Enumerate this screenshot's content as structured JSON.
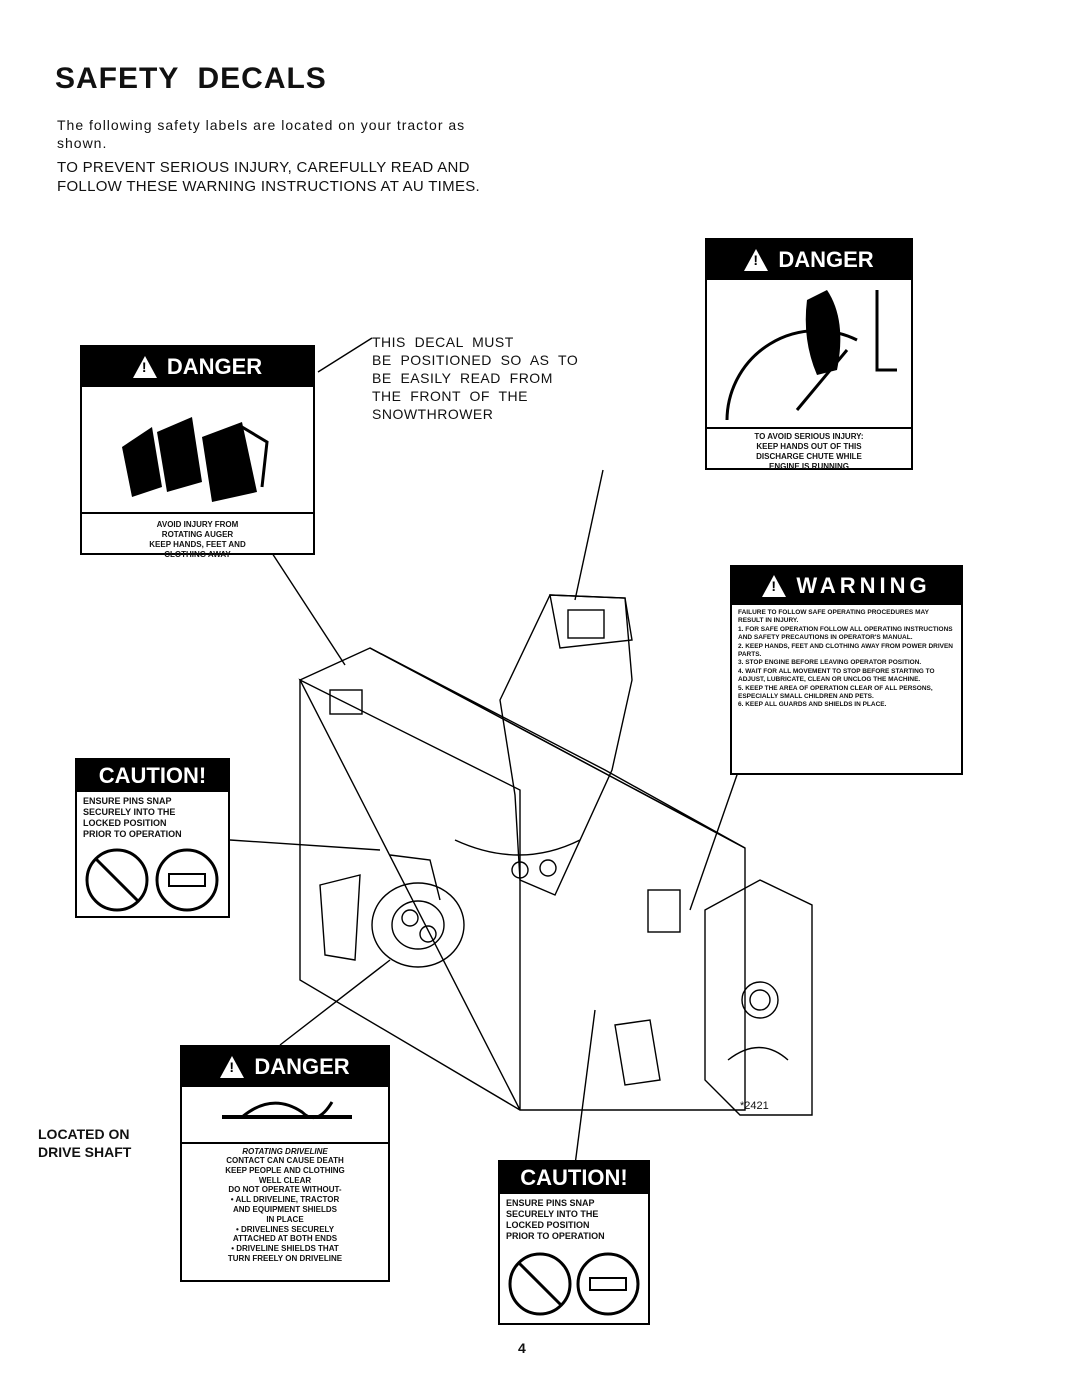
{
  "page": {
    "title": "SAFETY  DECALS",
    "intro": "The following safety labels are located on your tractor as shown.",
    "warning": "TO PREVENT SERIOUS INJURY, CAREFULLY READ AND FOLLOW THESE WARNING INSTRUCTIONS AT AU  TIMES.",
    "note_lines": [
      "THIS  DECAL  MUST",
      "BE  POSITIONED  SO  AS  TO",
      "BE  EASILY  READ  FROM",
      "THE  FRONT  OF  THE",
      "SNOWTHROWER"
    ],
    "located_lines": [
      "LOCATED ON",
      "DRIVE SHAFT"
    ],
    "model_number": "*2421",
    "page_number": "4"
  },
  "decals": {
    "danger_auger": {
      "header": "DANGER",
      "lines": [
        "AVOID INJURY FROM",
        "ROTATING AUGER",
        "KEEP HANDS, FEET AND",
        "CLOTHING AWAY"
      ]
    },
    "danger_chute": {
      "header": "DANGER",
      "lines": [
        "TO AVOID SERIOUS INJURY:",
        "KEEP HANDS OUT OF THIS",
        "DISCHARGE CHUTE WHILE",
        "ENGINE IS RUNNING"
      ]
    },
    "warning": {
      "header": "WARNING",
      "lines": [
        "FAILURE TO FOLLOW SAFE OPERATING PROCEDURES MAY RESULT IN INJURY.",
        "1. FOR SAFE OPERATION FOLLOW ALL OPERATING INSTRUCTIONS AND SAFETY PRECAUTIONS IN OPERATOR'S MANUAL.",
        "2. KEEP HANDS, FEET AND CLOTHING AWAY FROM POWER DRIVEN PARTS.",
        "3. STOP ENGINE BEFORE LEAVING OPERATOR POSITION.",
        "4. WAIT FOR ALL MOVEMENT TO STOP BEFORE STARTING TO ADJUST, LUBRICATE, CLEAN OR UNCLOG THE MACHINE.",
        "5. KEEP THE AREA OF OPERATION CLEAR OF ALL PERSONS, ESPECIALLY SMALL CHILDREN AND PETS.",
        "6. KEEP ALL GUARDS AND SHIELDS IN PLACE."
      ]
    },
    "caution_left": {
      "header": "CAUTION!",
      "lines": [
        "ENSURE PINS SNAP",
        "SECURELY INTO THE",
        "LOCKED POSITION",
        "PRIOR TO OPERATION"
      ]
    },
    "caution_bottom": {
      "header": "CAUTION!",
      "lines": [
        "ENSURE PINS SNAP",
        "SECURELY INTO THE",
        "LOCKED POSITION",
        "PRIOR TO OPERATION"
      ]
    },
    "danger_driveline": {
      "header": "DANGER",
      "subtitle": "ROTATING DRIVELINE",
      "lines": [
        "CONTACT CAN CAUSE DEATH",
        "KEEP PEOPLE AND CLOTHING",
        "WELL CLEAR",
        "DO NOT OPERATE WITHOUT-",
        "• ALL DRIVELINE, TRACTOR",
        "AND EQUIPMENT SHIELDS",
        "IN PLACE",
        "• DRIVELINES SECURELY",
        "ATTACHED AT BOTH ENDS",
        "• DRIVELINE SHIELDS THAT",
        "TURN FREELY ON DRIVELINE"
      ]
    }
  }
}
